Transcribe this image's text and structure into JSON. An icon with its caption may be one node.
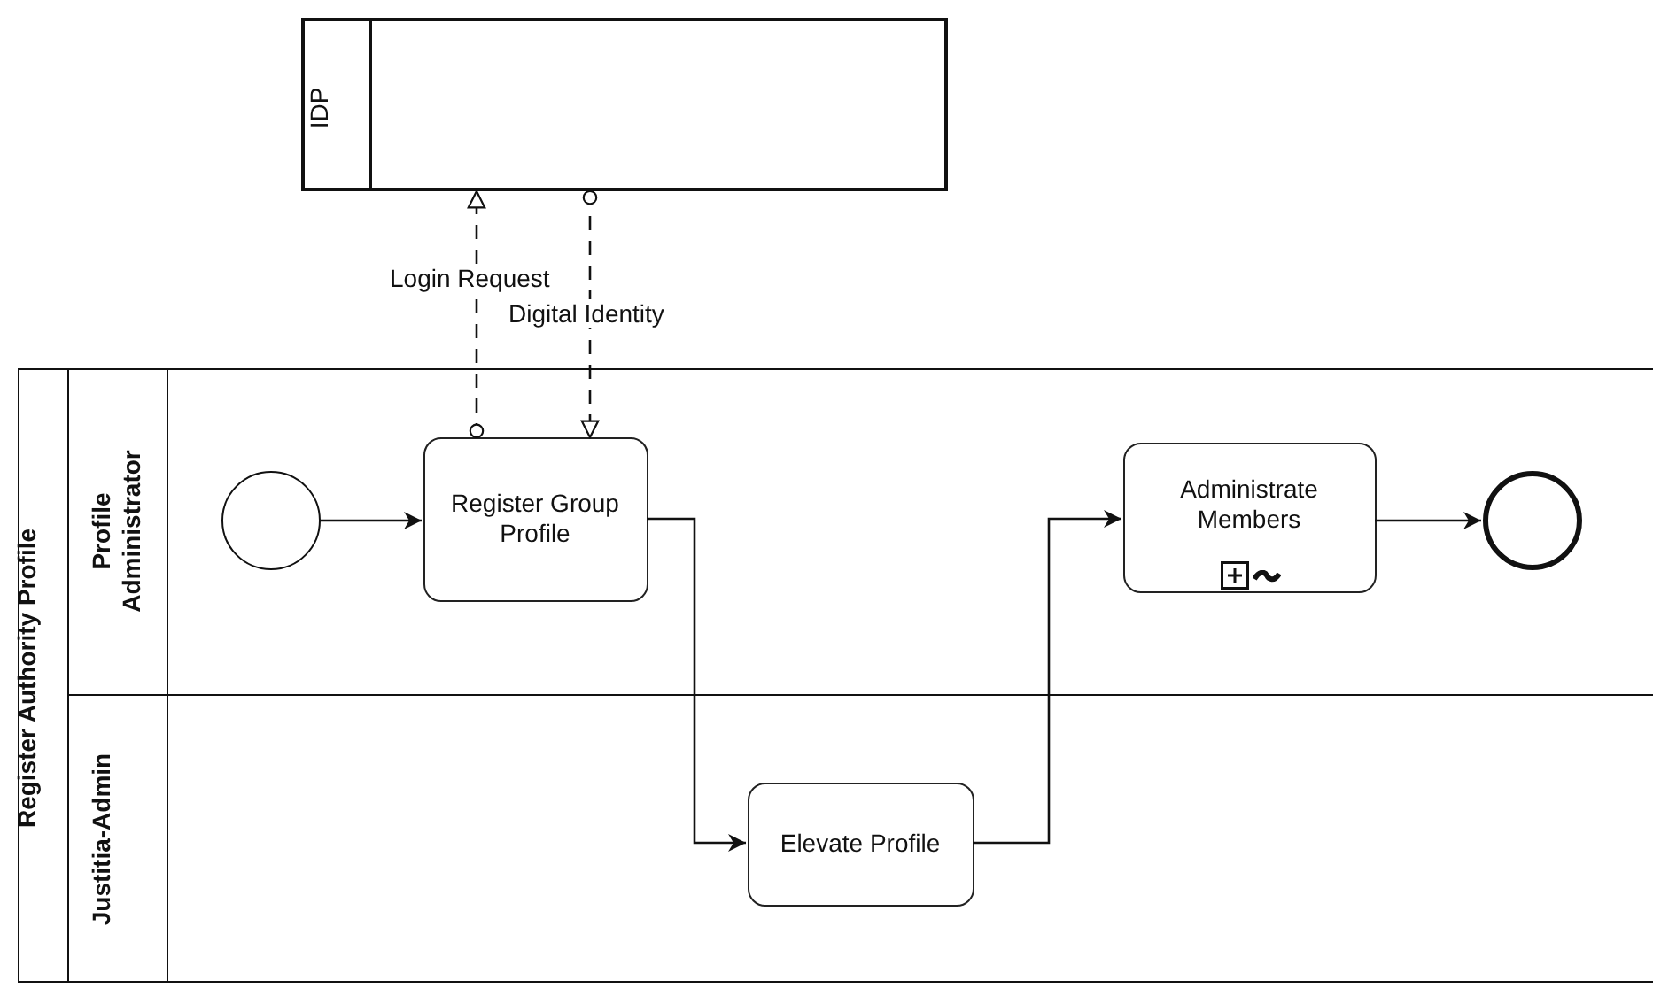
{
  "diagram": {
    "nodes": [
      {
        "text": [
          "IDP"
        ]
      },
      {
        "text": [
          "Register Authority Profile"
        ]
      },
      {
        "text": [
          "Profile Administrator"
        ],
        "in": 1
      },
      {
        "text": [
          "Justitia-Admin"
        ],
        "in": 1
      },
      {
        "text": [],
        "shape": "circle",
        "in": 2
      },
      {
        "text": [
          "Register Group Profile"
        ],
        "in": 2
      },
      {
        "text": [
          "Administrate Members"
        ],
        "in": 2
      },
      {
        "text": [],
        "shape": "circle",
        "in": 2
      },
      {
        "text": [
          "Elevate Profile"
        ],
        "in": 3
      }
    ],
    "edges": [
      {
        "from": 5,
        "to": 0,
        "arrow": "to",
        "label": "Login Request",
        "style": "dashed"
      },
      {
        "from": 0,
        "to": 5,
        "arrow": "to",
        "label": "Digital Identity",
        "style": "dashed"
      },
      {
        "from": 4,
        "to": 5,
        "arrow": "to"
      },
      {
        "from": 5,
        "to": 8,
        "arrow": "to"
      },
      {
        "from": 8,
        "to": 6,
        "arrow": "to"
      },
      {
        "from": 6,
        "to": 7,
        "arrow": "to"
      }
    ]
  }
}
